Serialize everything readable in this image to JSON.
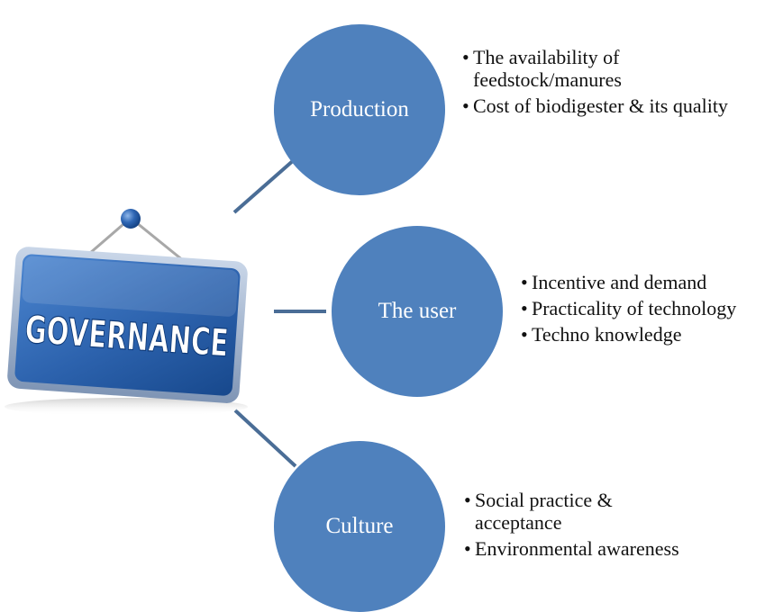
{
  "sign": {
    "text": "GOVERNANCE",
    "colors": {
      "panel": "#2f66b0",
      "panel_dark": "#12407f",
      "border": "#9fb4d0",
      "text": "#ffffff"
    }
  },
  "connector_color": "#4a6d96",
  "circle_color": "#4f81bd",
  "nodes": [
    {
      "id": "production",
      "label": "Production",
      "bullets": [
        "The availability of feedstock/manures",
        "Cost of biodigester & its quality"
      ]
    },
    {
      "id": "user",
      "label": "The user",
      "bullets": [
        "Incentive and demand",
        "Practicality of technology",
        "Techno knowledge"
      ]
    },
    {
      "id": "culture",
      "label": "Culture",
      "bullets": [
        "Social practice & acceptance",
        "Environmental awareness"
      ]
    }
  ]
}
